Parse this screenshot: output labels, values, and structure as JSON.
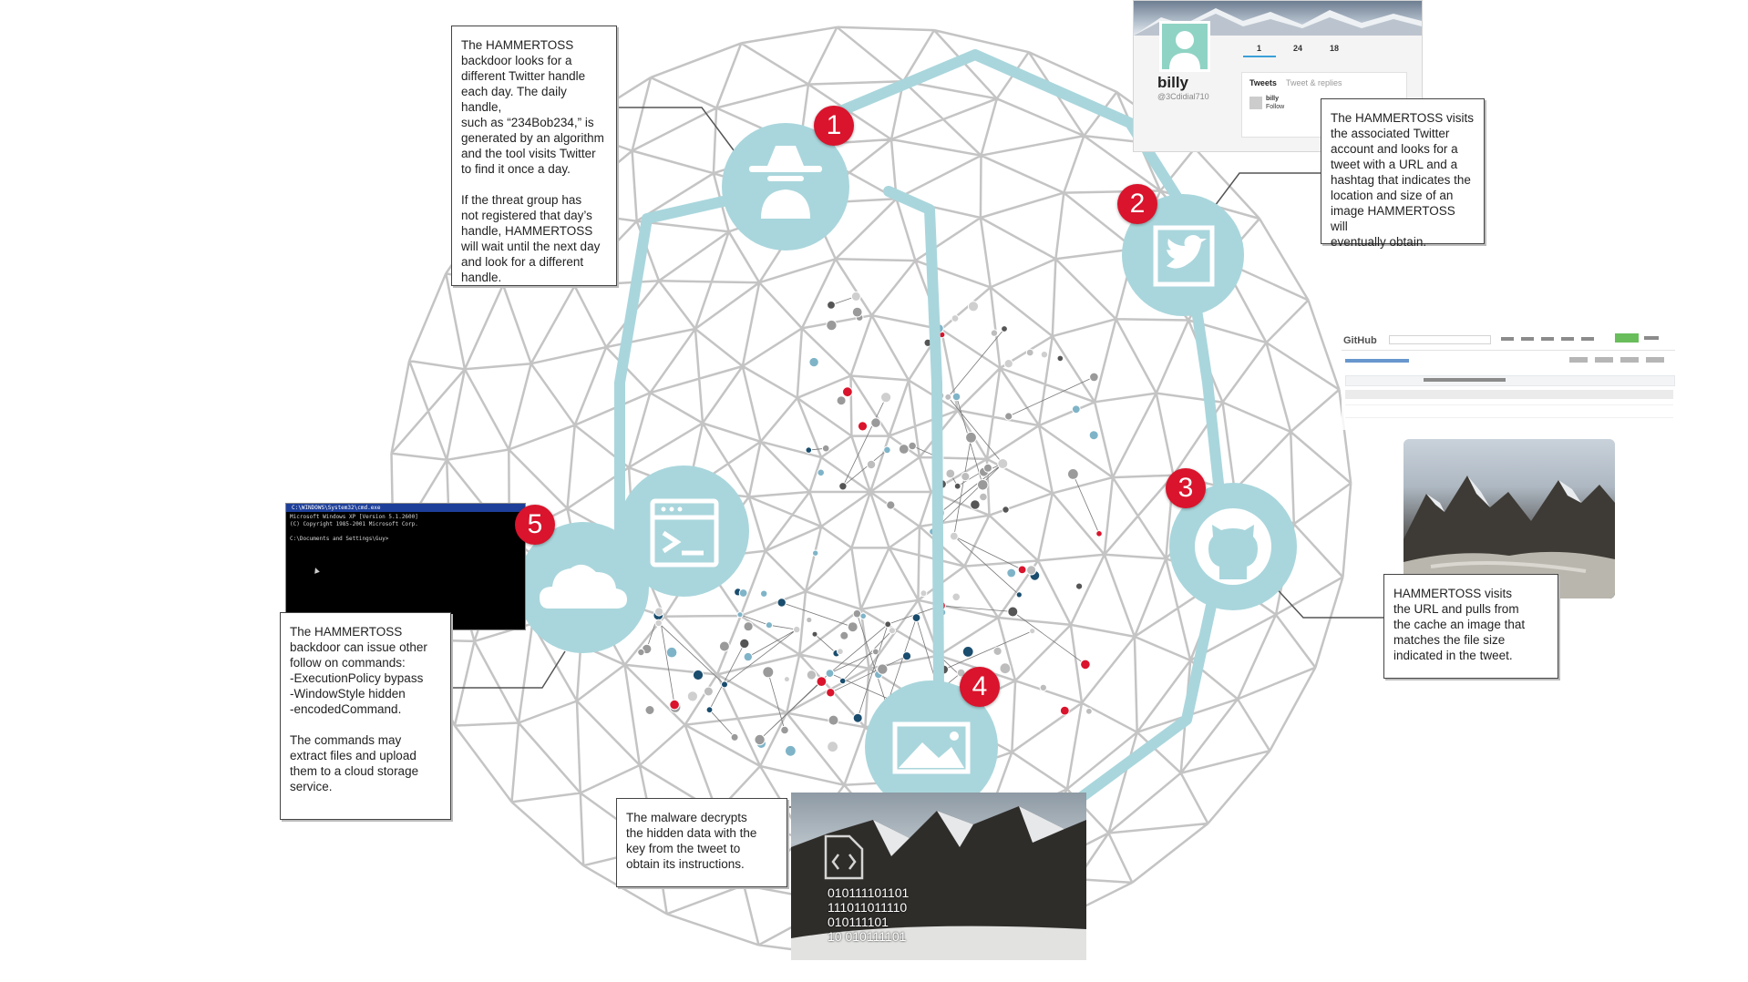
{
  "callouts": {
    "step1": {
      "paragraphs": [
        "The HAMMERTOSS\nbackdoor looks for a\ndifferent Twitter handle\neach day. The daily handle,\nsuch as “234Bob234,” is\ngenerated by an algorithm\nand the tool visits Twitter\nto find it once a day.",
        "If the threat group has\nnot registered that day’s\nhandle, HAMMERTOSS\nwill wait until the next day\nand look for a different\nhandle."
      ]
    },
    "step2": {
      "text": "The HAMMERTOSS visits\nthe associated Twitter\naccount and looks for a\ntweet with a URL and a\nhashtag that indicates the\nlocation and size of an\nimage HAMMERTOSS will\neventually obtain."
    },
    "step3": {
      "text": "HAMMERTOSS visits\nthe URL and pulls from\nthe cache an image that\nmatches the file size\nindicated in the tweet."
    },
    "step4": {
      "text": "The malware decrypts\nthe hidden data with the\nkey from the tweet to\nobtain its instructions."
    },
    "step5": {
      "paragraphs": [
        "The HAMMERTOSS\nbackdoor can issue other\nfollow on commands:\n-ExecutionPolicy bypass\n-WindowStyle hidden\n-encodedCommand.",
        "The commands may\nextract files and upload\nthem to a cloud storage\nservice."
      ]
    }
  },
  "badges": [
    "1",
    "2",
    "3",
    "4",
    "5"
  ],
  "twitter_profile": {
    "name": "billy",
    "handle": "@3Cdidial710",
    "stats": [
      "1",
      "24",
      "18"
    ],
    "tabs": [
      "Tweets",
      "Tweet & replies"
    ],
    "tweet_user": "billy",
    "tweet_line": "Follow"
  },
  "github_page": {
    "logo": "GitHub"
  },
  "terminal": {
    "title": "C:\\WINDOWS\\System32\\cmd.exe",
    "lines": [
      "Microsoft Windows XP [Version 5.1.2600]",
      "(C) Copyright 1985-2001 Microsoft Corp.",
      "",
      "C:\\Documents and Settings\\Guy>"
    ]
  },
  "binary_overlay": {
    "lines": [
      "010111101101",
      "111011011110",
      "010111101",
      "10 010111101"
    ]
  },
  "icons": {
    "step1": "spy-icon",
    "step2": "twitter-icon",
    "step3": "github-icon",
    "step4": "image-icon",
    "step5a": "terminal-window-icon",
    "step5b": "cloud-icon",
    "binary_file": "code-file-icon"
  },
  "colors": {
    "path": "#a9d6dc",
    "node_fill": "#a9d6dc",
    "badge": "#d9142c",
    "network_red": "#d9142c",
    "network_blue": "#1a4d6e"
  }
}
